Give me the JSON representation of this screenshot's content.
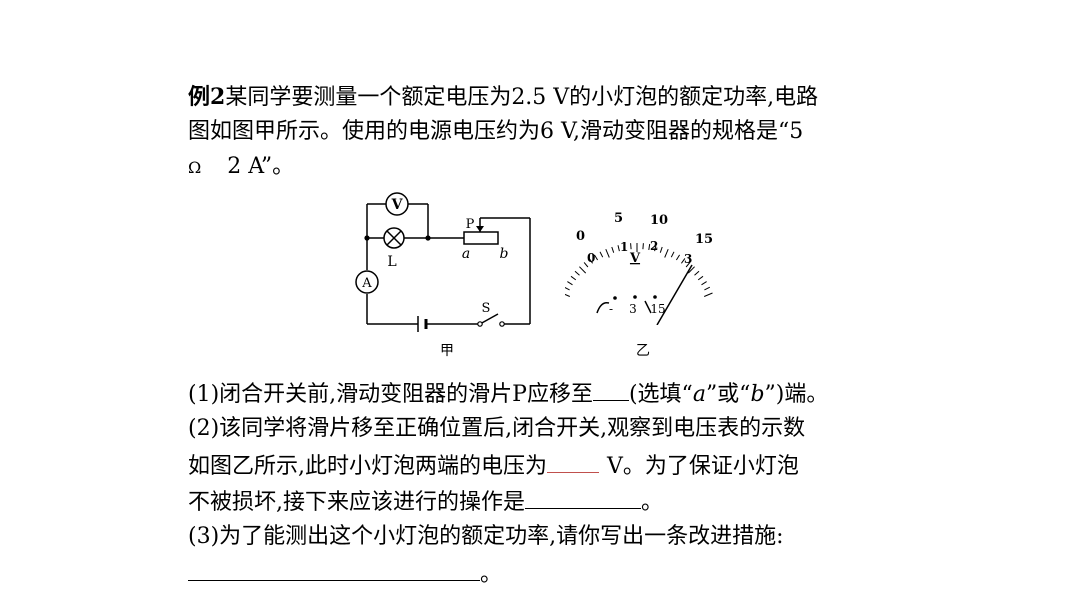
{
  "question": {
    "label": "例2",
    "line1": "某同学要测量一个额定电压为2.5 V的小灯泡的额定功率,电路",
    "line2": "图如图甲所示。使用的电源电压约为6 V,滑动变阻器的规格是“5",
    "line3_sym": "Ω",
    "line3_rest": "2 A”。"
  },
  "figure_a": {
    "caption": "甲",
    "voltmeter": "V",
    "ammeter": "A",
    "lamp": "L",
    "slider": "P",
    "end_a": "a",
    "end_b": "b",
    "switch": "S"
  },
  "figure_b": {
    "caption": "乙",
    "scale_top": [
      "0",
      "5",
      "10",
      "15"
    ],
    "scale_bottom": [
      "0",
      "1",
      "2",
      "3"
    ],
    "unit": "V",
    "terminal_minus": "-",
    "terminal_3": "3",
    "terminal_15": "15"
  },
  "parts": {
    "p1_a": "(1)闭合开关前,滑动变阻器的滑片P应移至",
    "p1_b": "(选填“",
    "p1_a_opt": "a",
    "p1_c": "”或“",
    "p1_b_opt": "b",
    "p1_d": "”)端。",
    "p2_line1": "(2)该同学将滑片移至正确位置后,闭合开关,观察到电压表的示数",
    "p2_line2_a": "如图乙所示,此时小灯泡两端的电压为",
    "p2_line2_b": "V。为了保证小灯泡",
    "p2_line3_a": "不被损坏,接下来应该进行的操作是",
    "p2_line3_b": "。",
    "p3_line1": "(3)为了能测出这个小灯泡的额定功率,请你写出一条改进措施:",
    "p3_line2_end": "。"
  }
}
